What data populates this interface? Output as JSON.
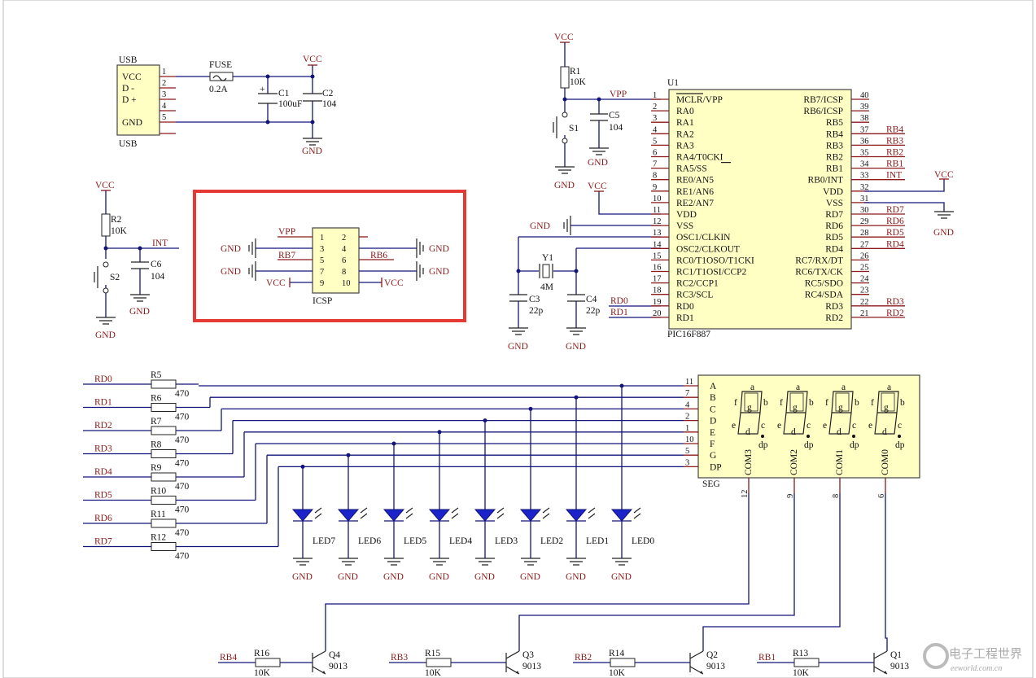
{
  "usb": {
    "ref": "USB",
    "name": "USB",
    "pins": [
      "VCC",
      "D -",
      "D +",
      "",
      "GND"
    ],
    "nums": [
      "1",
      "2",
      "3",
      "4",
      "5"
    ]
  },
  "fuse": {
    "ref": "FUSE",
    "value": "0.2A"
  },
  "c1": {
    "ref": "C1",
    "value": "100uF"
  },
  "c2": {
    "ref": "C2",
    "value": "104"
  },
  "r1": {
    "ref": "R1",
    "value": "10K"
  },
  "c5": {
    "ref": "C5",
    "value": "104"
  },
  "s1": {
    "ref": "S1"
  },
  "r2": {
    "ref": "R2",
    "value": "10K"
  },
  "c6": {
    "ref": "C6",
    "value": "104"
  },
  "s2": {
    "ref": "S2"
  },
  "icsp": {
    "name": "ICSP",
    "left_nums": [
      "1",
      "3",
      "5",
      "7",
      "9"
    ],
    "right_nums": [
      "2",
      "4",
      "6",
      "8",
      "10"
    ]
  },
  "y1": {
    "ref": "Y1",
    "value": "4M"
  },
  "c3": {
    "ref": "C3",
    "value": "22p"
  },
  "c4": {
    "ref": "C4",
    "value": "22p"
  },
  "u1": {
    "ref": "U1",
    "part": "PIC16F887",
    "left": [
      "MCLR/VPP",
      "RA0",
      "RA1",
      "RA2",
      "RA3",
      "RA4/T0CKI",
      "RA5/SS",
      "RE0/AN5",
      "RE1/AN6",
      "RE2/AN7",
      "VDD",
      "VSS",
      "OSC1/CLKIN",
      "OSC2/CLKOUT",
      "RC0/T1OSO/T1CKI",
      "RC1/T1OSI/CCP2",
      "RC2/CCP1",
      "RC3/SCL",
      "RD0",
      "RD1"
    ],
    "left_nums": [
      "1",
      "2",
      "3",
      "4",
      "5",
      "6",
      "7",
      "8",
      "9",
      "10",
      "11",
      "12",
      "13",
      "14",
      "15",
      "16",
      "17",
      "18",
      "19",
      "20"
    ],
    "right": [
      "RB7/ICSP",
      "RB6/ICSP",
      "RB5",
      "RB4",
      "RB3",
      "RB2",
      "RB1",
      "RB0/INT",
      "VDD",
      "VSS",
      "RD7",
      "RD6",
      "RD5",
      "RD4",
      "RC7/RX/DT",
      "RC6/TX/CK",
      "RC5/SDO",
      "RC4/SDA",
      "RD3",
      "RD2"
    ],
    "right_nums": [
      "40",
      "39",
      "38",
      "37",
      "36",
      "35",
      "34",
      "33",
      "32",
      "31",
      "30",
      "29",
      "28",
      "27",
      "26",
      "25",
      "24",
      "23",
      "22",
      "21"
    ],
    "right_nets": [
      "",
      "",
      "",
      "RB4",
      "RB3",
      "RB2",
      "RB1",
      "INT",
      "VCC",
      "",
      "RD7",
      "RD6",
      "RD5",
      "RD4",
      "",
      "",
      "",
      "",
      "RD3",
      "RD2"
    ]
  },
  "nets": {
    "vcc": "VCC",
    "gnd": "GND",
    "vpp": "VPP",
    "int": "INT",
    "rb7": "RB7",
    "rb6": "RB6",
    "rd0": "RD0",
    "rd1": "RD1"
  },
  "seg": {
    "name": "SEG",
    "segs": [
      "A",
      "B",
      "C",
      "D",
      "E",
      "F",
      "G",
      "DP"
    ],
    "seg_pins": [
      "11",
      "7",
      "4",
      "2",
      "1",
      "10",
      "5",
      "3"
    ],
    "coms": [
      "COM3",
      "COM2",
      "COM1",
      "COM0"
    ],
    "com_pins": [
      "12",
      "9",
      "8",
      "6"
    ],
    "letters": {
      "a": "a",
      "b": "b",
      "c": "c",
      "d": "d",
      "e": "e",
      "f": "f",
      "g": "g",
      "dp": "dp"
    }
  },
  "resistors": {
    "refs": [
      "R5",
      "R6",
      "R7",
      "R8",
      "R9",
      "R10",
      "R11",
      "R12"
    ],
    "value": "470",
    "nets": [
      "RD0",
      "RD1",
      "RD2",
      "RD3",
      "RD4",
      "RD5",
      "RD6",
      "RD7"
    ]
  },
  "leds": [
    "LED7",
    "LED6",
    "LED5",
    "LED4",
    "LED3",
    "LED2",
    "LED1",
    "LED0"
  ],
  "transistors": [
    {
      "net": "RB4",
      "r": "R16",
      "rv": "10K",
      "q": "Q4",
      "qv": "9013"
    },
    {
      "net": "RB3",
      "r": "R15",
      "rv": "10K",
      "q": "Q3",
      "qv": "9013"
    },
    {
      "net": "RB2",
      "r": "R14",
      "rv": "10K",
      "q": "Q2",
      "qv": "9013"
    },
    {
      "net": "RB1",
      "r": "R13",
      "rv": "10K",
      "q": "Q1",
      "qv": "9013"
    }
  ],
  "watermark": {
    "text": "电子工程世界",
    "url": "eeworld.com.cn"
  },
  "colors": {
    "wire": "#12157a",
    "pin": "#8b1a1a",
    "body": "#ffffc4",
    "highlight": "#e53935"
  }
}
